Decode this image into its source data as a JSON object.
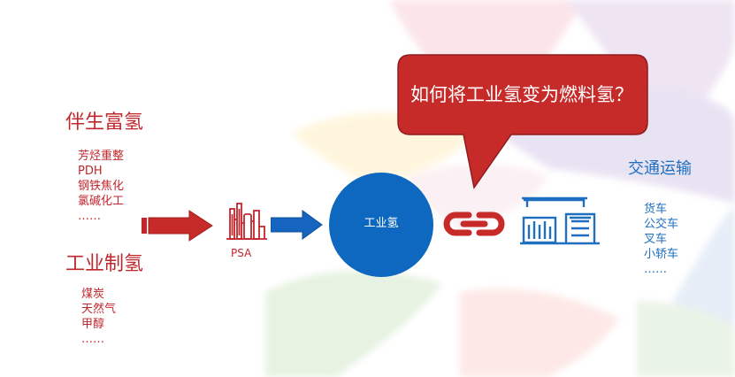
{
  "left": {
    "by_product": {
      "title": "伴生富氢",
      "items": [
        "芳烃重整",
        "PDH",
        "钢铁焦化",
        "氯碱化工",
        "……"
      ]
    },
    "industrial": {
      "title": "工业制氢",
      "items": [
        "煤炭",
        "天然气",
        "甲醇",
        "……"
      ]
    }
  },
  "psa": {
    "label": "PSA",
    "icon": "refinery-icon"
  },
  "center": {
    "label": "工业氢"
  },
  "callout": {
    "text": "如何将工业氢变为燃料氢？"
  },
  "right": {
    "title": "交通运输",
    "items": [
      "货车",
      "公交车",
      "叉车",
      "小轿车",
      "……"
    ]
  },
  "colors": {
    "red": "#c0272d",
    "blue": "#1f6fc0",
    "callout": "#c62a29",
    "circle": "#0e68bf"
  }
}
